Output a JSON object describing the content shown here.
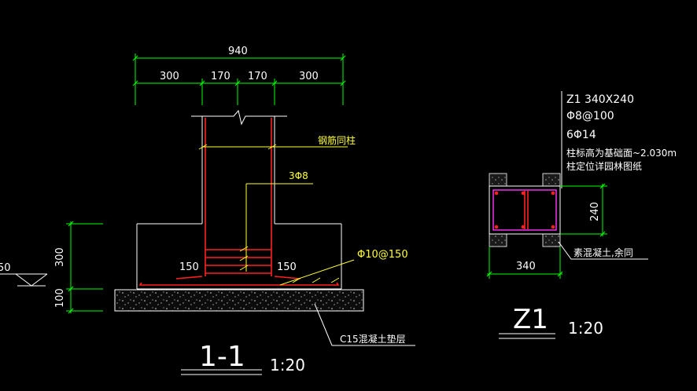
{
  "section_1": {
    "dims": {
      "total": "940",
      "seg1": "300",
      "seg2": "170",
      "seg3": "170",
      "seg4": "300",
      "vert_300": "300",
      "vert_100": "100",
      "left_150": "150",
      "right_150": "150",
      "left_edge_partial": "50"
    },
    "labels": {
      "rebar_with_column": "钢筋同柱",
      "bars": "3Φ8",
      "spacing": "Φ10@150",
      "pad": "C15混凝土垫层"
    },
    "title": "1-1",
    "scale": "1:20"
  },
  "z1": {
    "notes": [
      "Z1 340X240",
      "Φ8@100",
      "6Φ14",
      "柱标高为基础面~2.030m",
      "柱定位详园林图纸"
    ],
    "dim_height": "240",
    "dim_width": "340",
    "plain_concrete": "素混凝土,余同",
    "title": "Z1",
    "scale": "1:20"
  },
  "colors": {
    "background": "#000000",
    "dimension": "#00ff00",
    "outline": "#ffffff",
    "rebar": "#ff2020",
    "leader": "#ffff33",
    "stirrup": "#ff33ff"
  }
}
